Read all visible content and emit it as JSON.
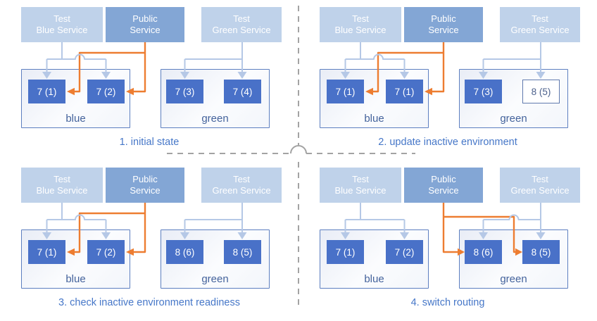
{
  "palette": {
    "public_route_arrow": "#ED7D31",
    "test_route_arrow": "#b5c8e6",
    "test_service_fill": "#bfd2ea",
    "public_service_fill": "#83a6d5",
    "active_version_fill": "#4971c8",
    "inactive_version_border": "#6079ad",
    "environment_border": "#5d7fc0",
    "environment_label_color": "#44639c",
    "caption_color": "#4677c8",
    "divider_color": "#a3a3a3"
  },
  "quadrants": [
    {
      "caption": "1. initial state",
      "public_routes_to": "blue",
      "services": {
        "test_blue": {
          "line1": "Test",
          "line2": "Blue Service"
        },
        "public": {
          "line1": "Public",
          "line2": "Service"
        },
        "test_green": {
          "line1": "Test",
          "line2": "Green Service"
        }
      },
      "blue_env": {
        "label": "blue",
        "versions": [
          {
            "text": "7 (1)",
            "state": "active"
          },
          {
            "text": "7 (2)",
            "state": "active"
          }
        ]
      },
      "green_env": {
        "label": "green",
        "versions": [
          {
            "text": "7 (3)",
            "state": "active"
          },
          {
            "text": "7 (4)",
            "state": "active"
          }
        ]
      }
    },
    {
      "caption": "2. update inactive environment",
      "public_routes_to": "blue",
      "services": {
        "test_blue": {
          "line1": "Test",
          "line2": "Blue Service"
        },
        "public": {
          "line1": "Public",
          "line2": "Service"
        },
        "test_green": {
          "line1": "Test",
          "line2": "Green Service"
        }
      },
      "blue_env": {
        "label": "blue",
        "versions": [
          {
            "text": "7 (1)",
            "state": "active"
          },
          {
            "text": "7 (1)",
            "state": "active"
          }
        ]
      },
      "green_env": {
        "label": "green",
        "versions": [
          {
            "text": "7 (3)",
            "state": "active"
          },
          {
            "text": "8 (5)",
            "state": "inactive"
          }
        ]
      }
    },
    {
      "caption": "3. check inactive environment readiness",
      "public_routes_to": "blue",
      "services": {
        "test_blue": {
          "line1": "Test",
          "line2": "Blue Service"
        },
        "public": {
          "line1": "Public",
          "line2": "Service"
        },
        "test_green": {
          "line1": "Test",
          "line2": "Green Service"
        }
      },
      "blue_env": {
        "label": "blue",
        "versions": [
          {
            "text": "7 (1)",
            "state": "active"
          },
          {
            "text": "7 (2)",
            "state": "active"
          }
        ]
      },
      "green_env": {
        "label": "green",
        "versions": [
          {
            "text": "8 (6)",
            "state": "active"
          },
          {
            "text": "8 (5)",
            "state": "active"
          }
        ]
      }
    },
    {
      "caption": "4. switch routing",
      "public_routes_to": "green",
      "services": {
        "test_blue": {
          "line1": "Test",
          "line2": "Blue Service"
        },
        "public": {
          "line1": "Public",
          "line2": "Service"
        },
        "test_green": {
          "line1": "Test",
          "line2": "Green Service"
        }
      },
      "blue_env": {
        "label": "blue",
        "versions": [
          {
            "text": "7 (1)",
            "state": "active"
          },
          {
            "text": "7 (2)",
            "state": "active"
          }
        ]
      },
      "green_env": {
        "label": "green",
        "versions": [
          {
            "text": "8 (6)",
            "state": "active"
          },
          {
            "text": "8 (5)",
            "state": "active"
          }
        ]
      }
    }
  ]
}
